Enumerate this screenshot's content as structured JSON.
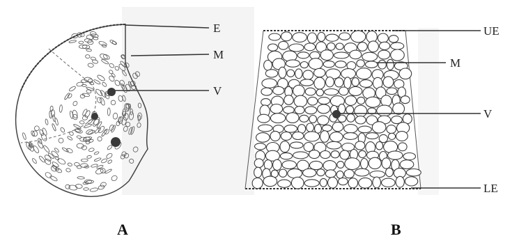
{
  "panels": [
    {
      "id": "A",
      "caption": "A",
      "labels": [
        {
          "key": "E"
        },
        {
          "key": "M"
        },
        {
          "key": "V"
        }
      ]
    },
    {
      "id": "B",
      "caption": "B",
      "labels": [
        {
          "key": "UE"
        },
        {
          "key": "M"
        },
        {
          "key": "V"
        },
        {
          "key": "LE"
        }
      ]
    }
  ],
  "colors": {
    "line": "#333333",
    "background": "#ffffff",
    "shade": "#f2f2f2"
  }
}
